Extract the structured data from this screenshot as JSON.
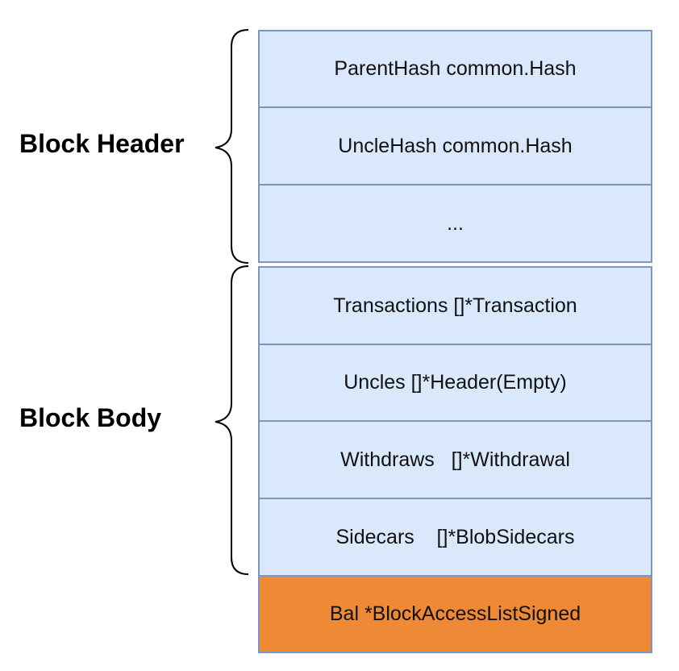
{
  "header": {
    "label": "Block Header",
    "fields": [
      "ParentHash common.Hash",
      "UncleHash common.Hash",
      "..."
    ]
  },
  "body": {
    "label": "Block Body",
    "fields": [
      "Transactions []*Transaction",
      "Uncles []*Header(Empty)",
      "Withdraws   []*Withdrawal",
      "Sidecars    []*BlobSidecars"
    ]
  },
  "extra": {
    "field": "Bal *BlockAccessListSigned"
  },
  "colors": {
    "cell_fill": "#dae8fc",
    "cell_border": "#7c96c0",
    "highlight_fill": "#ee8a36",
    "highlight_border": "#7c96c0"
  }
}
